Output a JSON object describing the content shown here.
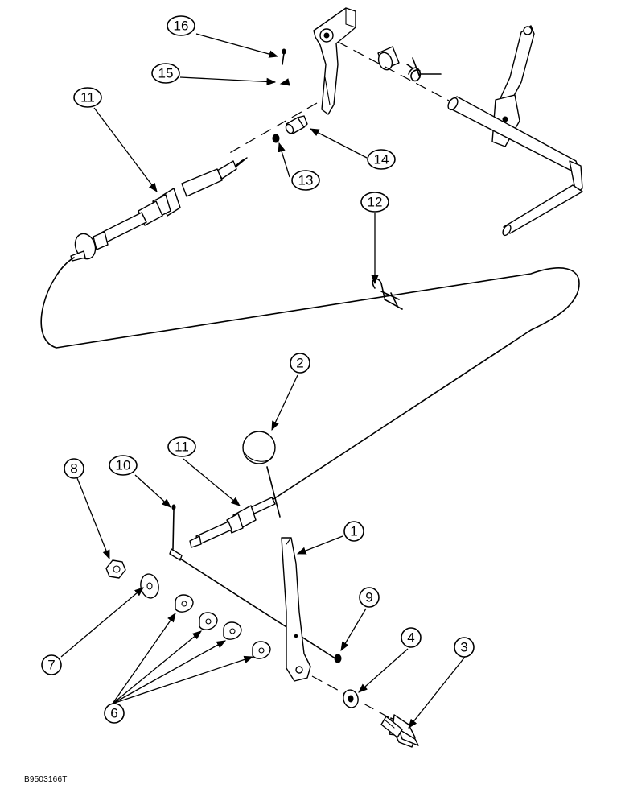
{
  "figure_code": "B9503166T",
  "callouts": [
    "16",
    "15",
    "11",
    "14",
    "13",
    "12",
    "2",
    "11",
    "10",
    "8",
    "1",
    "9",
    "4",
    "3",
    "7",
    "6"
  ]
}
